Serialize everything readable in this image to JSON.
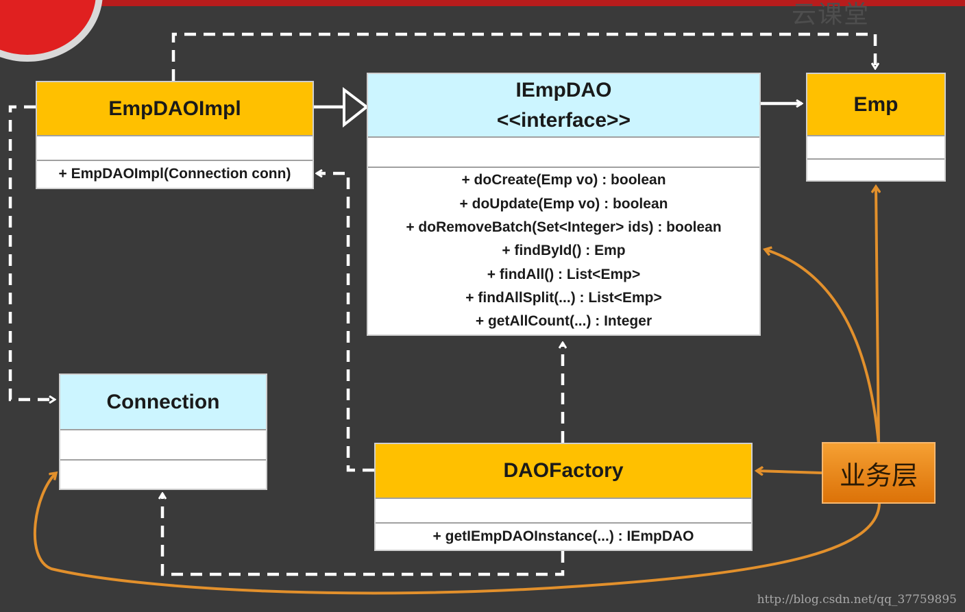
{
  "watermark": {
    "top_text": "云课堂",
    "url_text": "http://blog.csdn.net/qq_37759895"
  },
  "classes": {
    "emp_dao_impl": {
      "name": "EmpDAOImpl",
      "operations": [
        "+ EmpDAOImpl(Connection  conn)"
      ]
    },
    "iemp_dao": {
      "name": "IEmpDAO",
      "stereotype": "<<interface>>",
      "operations": [
        "+ doCreate(Emp vo) : boolean",
        "+ doUpdate(Emp  vo) : boolean",
        "+ doRemoveBatch(Set<Integer>  ids) : boolean",
        "+ findById() : Emp",
        "+ findAll() : List<Emp>",
        "+ findAllSplit(...) : List<Emp>",
        "+ getAllCount(...) : Integer"
      ]
    },
    "emp": {
      "name": "Emp"
    },
    "connection": {
      "name": "Connection"
    },
    "dao_factory": {
      "name": "DAOFactory",
      "operations": [
        "+ getIEmpDAOInstance(...)  : IEmpDAO"
      ]
    }
  },
  "business_layer": {
    "label": "业务层"
  },
  "colors": {
    "background": "#3a3a3a",
    "class_header_yellow": "#ffc000",
    "class_header_cyan": "#ccf5ff",
    "connector_white": "#ffffff",
    "connector_orange": "#e2902c",
    "business_orange": "#e8870f"
  }
}
